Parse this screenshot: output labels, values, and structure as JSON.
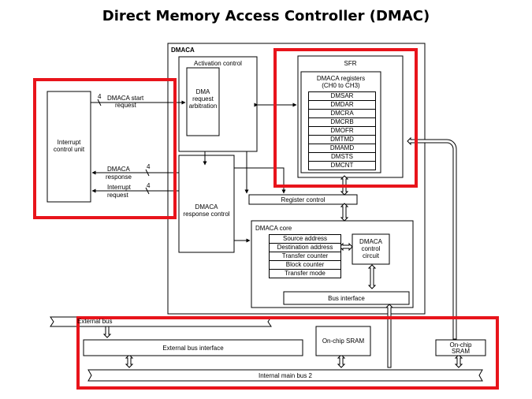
{
  "title": "Direct Memory Access Controller (DMAC)",
  "colors": {
    "highlight": "#e8141b",
    "line": "#000000",
    "bus_fill": "#ffffff"
  },
  "dmaca": {
    "label": "DMACA",
    "activation_control": "Activation control",
    "dma_request_arbitration": [
      "DMA",
      "request",
      "arbitration"
    ],
    "response_control": [
      "DMACA",
      "response control"
    ],
    "register_control": "Register control",
    "sfr": {
      "label": "SFR",
      "registers_title": [
        "DMACA registers",
        "(CH0 to CH3)"
      ],
      "registers": [
        "DMSAR",
        "DMDAR",
        "DMCRA",
        "DMCRB",
        "DMOFR",
        "DMTMD",
        "DMAMD",
        "DMSTS",
        "DMCNT"
      ]
    },
    "core": {
      "label": "DMACA core",
      "items": [
        "Source address",
        "Destination address",
        "Transfer counter",
        "Block counter",
        "Transfer mode"
      ],
      "control_circuit": [
        "DMACA",
        "control",
        "circuit"
      ],
      "bus_interface": "Bus interface"
    }
  },
  "interrupt": {
    "unit": [
      "Interrupt",
      "control unit"
    ],
    "start_request": [
      "DMACA start",
      "request"
    ],
    "response": [
      "DMACA",
      "response"
    ],
    "interrupt_request": [
      "Interrupt",
      "request"
    ],
    "bus_width": "4"
  },
  "bottom": {
    "external_bus_label": "External bus",
    "external_bus_interface": "External bus interface",
    "onchip_sram_1": "On-chip SRAM",
    "onchip_sram_2": [
      "On-chip",
      "SRAM"
    ],
    "internal_main_bus": "Internal main bus 2"
  }
}
